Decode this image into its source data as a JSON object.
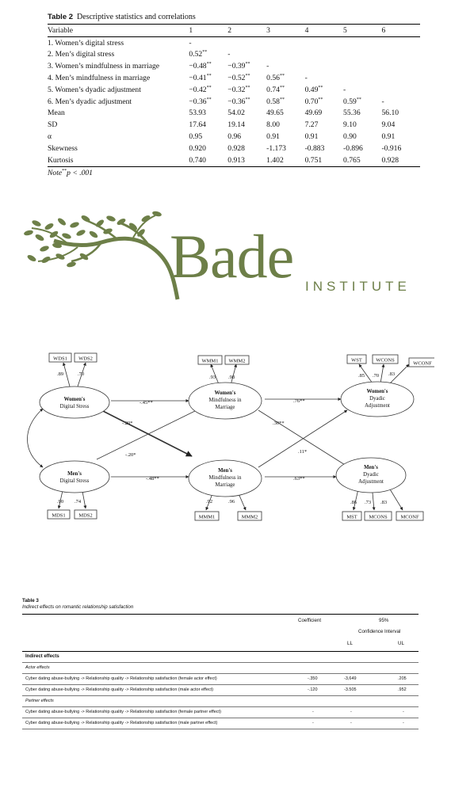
{
  "table2": {
    "label": "Table 2",
    "title": "Descriptive statistics and correlations",
    "headers": [
      "Variable",
      "1",
      "2",
      "3",
      "4",
      "5",
      "6"
    ],
    "rows": [
      [
        "1. Women’s digital stress",
        "-",
        "",
        "",
        "",
        "",
        ""
      ],
      [
        "2. Men’s digital stress",
        "0.52**",
        "-",
        "",
        "",
        "",
        ""
      ],
      [
        "3. Women’s mindfulness in marriage",
        "−0.48**",
        "−0.39**",
        "-",
        "",
        "",
        ""
      ],
      [
        "4. Men’s mindfulness in marriage",
        "−0.41**",
        "−0.52**",
        "0.56**",
        "-",
        "",
        ""
      ],
      [
        "5. Women’s dyadic adjustment",
        "−0.42**",
        "−0.32**",
        "0.74**",
        "0.49**",
        "-",
        ""
      ],
      [
        "6. Men’s dyadic adjustment",
        "−0.36**",
        "−0.36**",
        "0.58**",
        "0.70**",
        "0.59**",
        "-"
      ],
      [
        "Mean",
        "53.93",
        "54.02",
        "49.65",
        "49.69",
        "55.36",
        "56.10"
      ],
      [
        "SD",
        "17.64",
        "19.14",
        "8.00",
        "7.27",
        "9.10",
        "9.04"
      ],
      [
        "α",
        "0.95",
        "0.96",
        "0.91",
        "0.91",
        "0.90",
        "0.91"
      ],
      [
        "Skewness",
        "0.920",
        "0.928",
        "-1.173",
        "-0.883",
        "-0.896",
        "-0.916"
      ],
      [
        "Kurtosis",
        "0.740",
        "0.913",
        "1.402",
        "0.751",
        "0.765",
        "0.928"
      ]
    ],
    "note_label": "Note",
    "note_sig": "**",
    "note_text": "p < .001"
  },
  "logo": {
    "big": "Bade",
    "small": "INSTITUTE",
    "color": "#6d7f48"
  },
  "diagram": {
    "latents": [
      {
        "id": "wds",
        "l1": "Women's",
        "l2": "Digital Stress",
        "l3": ""
      },
      {
        "id": "mds",
        "l1": "Men's",
        "l2": "Digital Stress",
        "l3": ""
      },
      {
        "id": "wmm",
        "l1": "Women's",
        "l2": "Mindfulness in",
        "l3": "Marriage"
      },
      {
        "id": "mmm",
        "l1": "Men's",
        "l2": "Mindfulness in",
        "l3": "Marriage"
      },
      {
        "id": "wda",
        "l1": "Women's",
        "l2": "Dyadic",
        "l3": "Adjustment"
      },
      {
        "id": "mda",
        "l1": "Men's",
        "l2": "Dyadic",
        "l3": "Adjustment"
      }
    ],
    "indicators": [
      "WDS1",
      "WDS2",
      "WMM1",
      "WMM2",
      "WST",
      "WCONS",
      "WCONF",
      "MDS1",
      "MDS2",
      "MMM1",
      "MMM2",
      "MST",
      "MCONS",
      "MCONF"
    ],
    "loadings": [
      ".89",
      ".70",
      ".93",
      ".98",
      ".85",
      ".70",
      ".83",
      ".90",
      ".74",
      ".92",
      ".96",
      ".86",
      ".73",
      ".83"
    ],
    "paths": [
      "-.45**",
      "-.20*",
      "-.20*",
      "-.48**",
      ".76**",
      ".30**",
      ".11*",
      ".63**"
    ]
  },
  "table3": {
    "label": "Table 3",
    "title": "Indirect effects on romantic relationship satisfaction",
    "h_coef": "Coefficient",
    "h_pct": "95%",
    "h_ci": "Confidence Interval",
    "h_ll": "LL",
    "h_ul": "UL",
    "section": "Indirect effects",
    "actor": "Actor effects",
    "partner": "Partner effects",
    "rows": [
      {
        "label": "Cyber dating abuse-bullying -> Relationship quality -> Relationship satisfaction (female actor effect)",
        "coef": "-.350",
        "ll": "-3,649",
        "ul": ".205"
      },
      {
        "label": "Cyber dating abuse-bullying -> Relationship quality -> Relationship satisfaction (male actor effect)",
        "coef": "-.120",
        "ll": "-3.505",
        "ul": ".952"
      },
      {
        "label": "Cyber dating abuse-bullying -> Relationship quality -> Relationship satisfaction (female partner effect)",
        "coef": "-",
        "ll": "-",
        "ul": "-"
      },
      {
        "label": "Cyber dating abuse-bullying -> Relationship quality -> Relationship satisfaction (male partner effect)",
        "coef": "-",
        "ll": "-",
        "ul": "-"
      }
    ]
  }
}
